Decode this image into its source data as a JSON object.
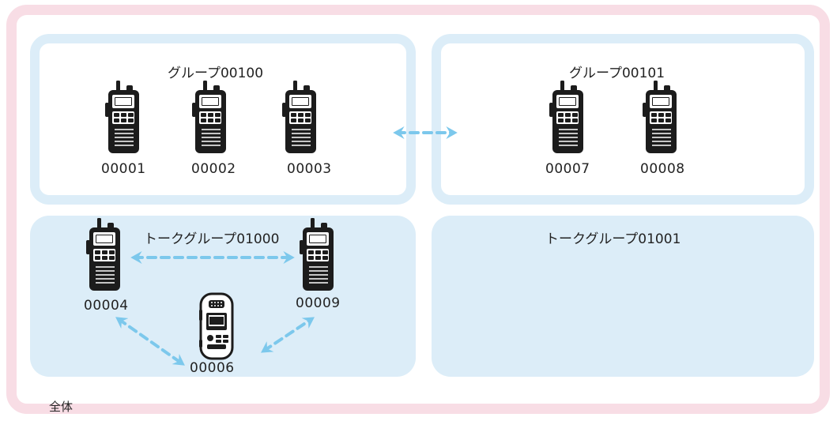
{
  "group1": {
    "title": "グループ00100",
    "devices": [
      {
        "id": "00001",
        "icon": "radio-icon"
      },
      {
        "id": "00002",
        "icon": "radio-icon"
      },
      {
        "id": "00003",
        "icon": "radio-icon"
      }
    ]
  },
  "group2": {
    "title": "グループ00101",
    "devices": [
      {
        "id": "00007",
        "icon": "radio-icon"
      },
      {
        "id": "00008",
        "icon": "radio-icon"
      }
    ]
  },
  "talk1": {
    "title": "トークグループ01000",
    "devices": [
      {
        "id": "00004",
        "icon": "radio-icon"
      },
      {
        "id": "00009",
        "icon": "radio-icon"
      },
      {
        "id": "00006",
        "icon": "speaker-mic-icon"
      }
    ]
  },
  "talk2": {
    "title": "トークグループ01001"
  },
  "outer_label": "全体",
  "colors": {
    "outer_border": "#f8dde5",
    "group_border": "#dcedf8",
    "talk_fill": "#dcedf8",
    "arrow": "#7cc8ec"
  }
}
